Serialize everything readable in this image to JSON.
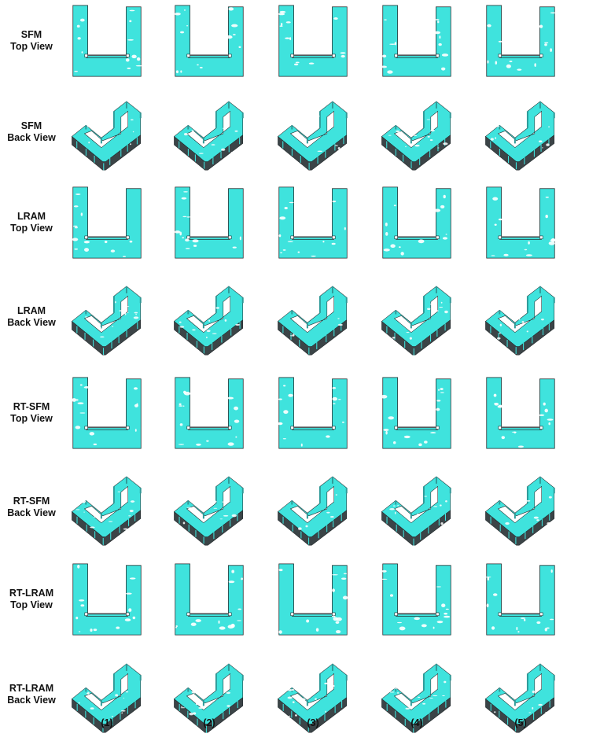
{
  "colors": {
    "floor": "#3fe3dd",
    "wall_top": "#2f9a98",
    "wall_side": "#3b4447",
    "edge": "#1f2628",
    "noise": "#ffffff"
  },
  "rows": [
    {
      "method": "SFM",
      "view": "Top View",
      "kind": "top"
    },
    {
      "method": "SFM",
      "view": "Back View",
      "kind": "back"
    },
    {
      "method": "LRAM",
      "view": "Top View",
      "kind": "top"
    },
    {
      "method": "LRAM",
      "view": "Back View",
      "kind": "back"
    },
    {
      "method": "RT-SFM",
      "view": "Top View",
      "kind": "top"
    },
    {
      "method": "RT-SFM",
      "view": "Back View",
      "kind": "back"
    },
    {
      "method": "RT-LRAM",
      "view": "Top View",
      "kind": "top"
    },
    {
      "method": "RT-LRAM",
      "view": "Back View",
      "kind": "back"
    }
  ],
  "columns": [
    "(1)",
    "(2)",
    "(3)",
    "(4)",
    "(5)"
  ]
}
